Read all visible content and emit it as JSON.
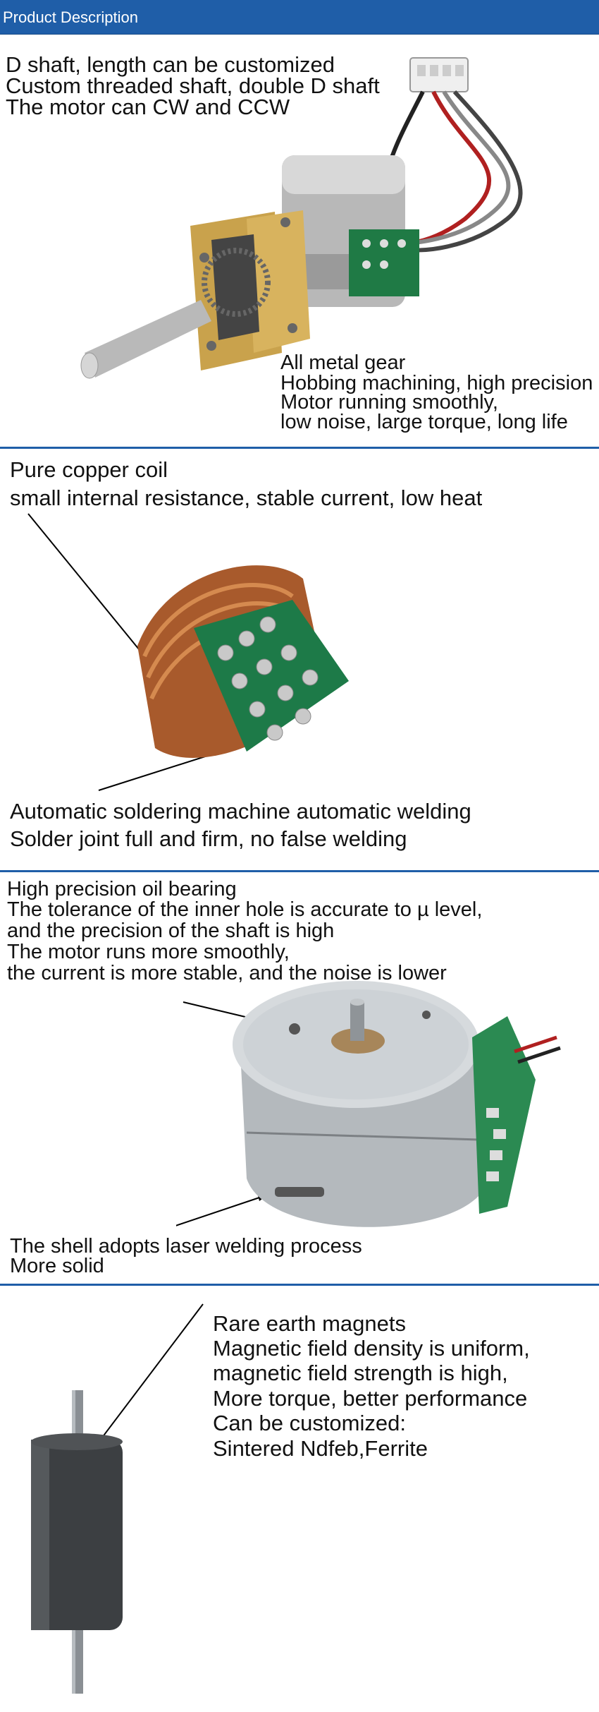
{
  "header": {
    "title": "Product Description"
  },
  "section1": {
    "top_lines": [
      "D shaft, length can be customized",
      "Custom threaded shaft, double D shaft",
      "The motor can CW and CCW"
    ],
    "bottom_lines": [
      "All metal gear",
      "Hobbing machining, high precision",
      "Motor running smoothly,",
      "low noise, large torque, long life"
    ]
  },
  "section2": {
    "top_lines": [
      "Pure copper coil",
      "small internal resistance, stable current, low heat"
    ],
    "bottom_lines": [
      "Automatic soldering machine automatic welding",
      "Solder joint full and firm, no false welding"
    ]
  },
  "section3": {
    "top_lines": [
      "High precision oil bearing",
      "The tolerance of the inner hole is accurate to µ level,",
      "and the precision of the shaft is high",
      "The motor runs more smoothly,",
      "the current is more stable, and the noise is lower"
    ],
    "bottom_lines": [
      "The shell adopts laser welding process",
      "More solid"
    ]
  },
  "section4": {
    "lines": [
      "Rare earth magnets",
      "Magnetic field density is uniform,",
      "magnetic field strength is high,",
      "More torque, better performance",
      "Can be customized:",
      "Sintered Ndfeb,Ferrite"
    ]
  }
}
